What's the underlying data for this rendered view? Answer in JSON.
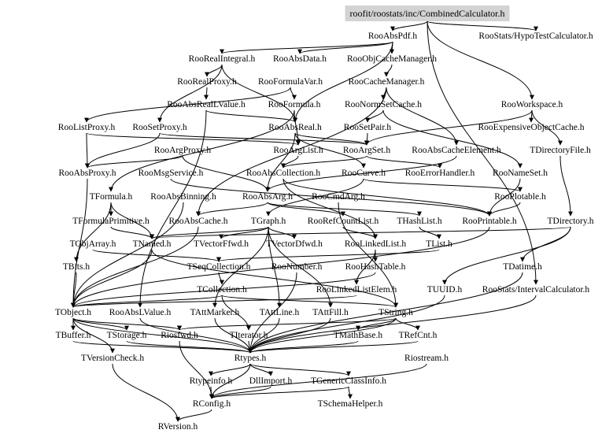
{
  "root": "roofit/roostats/inc/CombinedCalculator.h",
  "nodes": {
    "root": "roofit/roostats/inc/CombinedCalculator.h",
    "rooabspdf": "RooAbsPdf.h",
    "hypotest": "RooStats/HypoTestCalculator.h",
    "roorealintegral": "RooRealIntegral.h",
    "rooabsdata": "RooAbsData.h",
    "rooobjcache": "RooObjCacheManager.h",
    "roorealproxy": "RooRealProxy.h",
    "rooformulavar": "RooFormulaVar.h",
    "roocachemgr": "RooCacheManager.h",
    "rooabsreallvalue": "RooAbsRealLValue.h",
    "rooformula": "RooFormula.h",
    "roonormset": "RooNormSetCache.h",
    "rooworkspace": "RooWorkspace.h",
    "roolistproxy": "RooListProxy.h",
    "roosetproxy": "RooSetProxy.h",
    "rooabsreal": "RooAbsReal.h",
    "roosetpair": "RooSetPair.h",
    "rooexpensive": "RooExpensiveObjectCache.h",
    "rooargproxy": "RooArgProxy.h",
    "rooarglist": "RooArgList.h",
    "rooargset": "RooArgSet.h",
    "rooabscacheel": "RooAbsCacheElement.h",
    "tdirectoryfile": "TDirectoryFile.h",
    "rooabsproxy": "RooAbsProxy.h",
    "roomsgservice": "RooMsgService.h",
    "rooabscollection": "RooAbsCollection.h",
    "roocurve": "RooCurve.h",
    "rooerrorhandler": "RooErrorHandler.h",
    "roonameset": "RooNameSet.h",
    "tformula": "TFormula.h",
    "rooabsbinning": "RooAbsBinning.h",
    "rooabsarg": "RooAbsArg.h",
    "roocmdarg": "RooCmdArg.h",
    "rooplotable": "RooPlotable.h",
    "tformulaprimitive": "TFormulaPrimitive.h",
    "rooabscache": "RooAbsCache.h",
    "tgraph": "TGraph.h",
    "roorefcountlist": "RooRefCountList.h",
    "thashlist": "THashList.h",
    "rooprintable": "RooPrintable.h",
    "tdirectory": "TDirectory.h",
    "tobjarray": "TObjArray.h",
    "tnamed": "TNamed.h",
    "tvectorffwd": "TVectorFfwd.h",
    "tvectordfwd": "TVectorDfwd.h",
    "roolinkedlist": "RooLinkedList.h",
    "tlist": "TList.h",
    "tbits": "TBits.h",
    "tseqcollection": "TSeqCollection.h",
    "roonumber": "RooNumber.h",
    "roohashtable": "RooHashTable.h",
    "tdatime": "TDatime.h",
    "tcollection": "TCollection.h",
    "roolinkedlistelem": "RooLinkedListElem.h",
    "tuuid": "TUUID.h",
    "intervalcalc": "RooStats/IntervalCalculator.h",
    "tobject": "TObject.h",
    "rooabslvalue": "RooAbsLValue.h",
    "tattmarker": "TAttMarker.h",
    "tattline": "TAttLine.h",
    "tattfill": "TAttFill.h",
    "tstring": "TString.h",
    "tbuffer": "TBuffer.h",
    "tstorage": "TStorage.h",
    "riosfwd": "Riosfwd.h",
    "titerator": "TIterator.h",
    "tmathbase": "TMathBase.h",
    "trefcnt": "TRefCnt.h",
    "tversioncheck": "TVersionCheck.h",
    "rtypes": "Rtypes.h",
    "riostream": "Riostream.h",
    "rtypeinfo": "Rtypeinfo.h",
    "dllimport": "DllImport.h",
    "tgenericclassinfo": "TGenericClassInfo.h",
    "rconfig": "RConfig.h",
    "tschemahelper": "TSchemaHelper.h",
    "rversion": "RVersion.h"
  },
  "edges": [
    [
      "root",
      "rooabspdf"
    ],
    [
      "root",
      "hypotest"
    ],
    [
      "root",
      "intervalcalc"
    ],
    [
      "root",
      "rooworkspace"
    ],
    [
      "rooabspdf",
      "rooabsdata"
    ],
    [
      "rooabspdf",
      "roorealintegral"
    ],
    [
      "rooabspdf",
      "rooobjcache"
    ],
    [
      "rooabspdf",
      "rooabsreal"
    ],
    [
      "rooobjcache",
      "roocachemgr"
    ],
    [
      "roocachemgr",
      "roonormset"
    ],
    [
      "roocachemgr",
      "rooabscacheel"
    ],
    [
      "roocachemgr",
      "rooabscache"
    ],
    [
      "roorealintegral",
      "roorealproxy"
    ],
    [
      "roorealintegral",
      "roosetproxy"
    ],
    [
      "roorealintegral",
      "rooabsreal"
    ],
    [
      "roorealproxy",
      "rooabsreallvalue"
    ],
    [
      "rooformulavar",
      "rooformula"
    ],
    [
      "rooformulavar",
      "roolistproxy"
    ],
    [
      "rooabsreallvalue",
      "rooabsreal"
    ],
    [
      "rooabsreallvalue",
      "rooabslvalue"
    ],
    [
      "rooformula",
      "tformula"
    ],
    [
      "rooformula",
      "rooarglist"
    ],
    [
      "roonormset",
      "roosetpair"
    ],
    [
      "roosetpair",
      "rooargset"
    ],
    [
      "roonormset",
      "roonameset"
    ],
    [
      "rooworkspace",
      "rooexpensive"
    ],
    [
      "rooworkspace",
      "tdirectoryfile"
    ],
    [
      "rooworkspace",
      "rooargset"
    ],
    [
      "roolistproxy",
      "rooabsproxy"
    ],
    [
      "roolistproxy",
      "rooarglist"
    ],
    [
      "roosetproxy",
      "rooabsproxy"
    ],
    [
      "roosetproxy",
      "rooargset"
    ],
    [
      "rooabsreal",
      "rooabsarg"
    ],
    [
      "rooabsreal",
      "rooargset"
    ],
    [
      "rooabsreal",
      "roocurve"
    ],
    [
      "rooargproxy",
      "rooabsproxy"
    ],
    [
      "rooargproxy",
      "rooabsarg"
    ],
    [
      "rooarglist",
      "rooabscollection"
    ],
    [
      "rooargset",
      "rooabscollection"
    ],
    [
      "rooargset",
      "rooerrorhandler"
    ],
    [
      "rooabscacheel",
      "rooabsarg"
    ],
    [
      "tdirectoryfile",
      "tdirectory"
    ],
    [
      "rooabsproxy",
      "tobject"
    ],
    [
      "roomsgservice",
      "rooprintable"
    ],
    [
      "rooabscollection",
      "roolinkedlist"
    ],
    [
      "rooabscollection",
      "rooprintable"
    ],
    [
      "roocurve",
      "tgraph"
    ],
    [
      "roocurve",
      "rooplotable"
    ],
    [
      "roonameset",
      "rooprintable"
    ],
    [
      "tformula",
      "tformulaprimitive"
    ],
    [
      "tformula",
      "tnamed"
    ],
    [
      "tformula",
      "tbits"
    ],
    [
      "rooabsbinning",
      "tobject"
    ],
    [
      "rooabsarg",
      "rooabscache"
    ],
    [
      "rooabsarg",
      "roorefcountlist"
    ],
    [
      "rooabsarg",
      "thashlist"
    ],
    [
      "roocmdarg",
      "tstring"
    ],
    [
      "rooplotable",
      "rooprintable"
    ],
    [
      "tformulaprimitive",
      "tnamed"
    ],
    [
      "rooabscache",
      "tobject"
    ],
    [
      "tgraph",
      "tnamed"
    ],
    [
      "tgraph",
      "tattline"
    ],
    [
      "tgraph",
      "tattfill"
    ],
    [
      "tgraph",
      "tattmarker"
    ],
    [
      "tgraph",
      "tvectorffwd"
    ],
    [
      "tgraph",
      "tvectordfwd"
    ],
    [
      "roorefcountlist",
      "roolinkedlist"
    ],
    [
      "thashlist",
      "tlist"
    ],
    [
      "rooprintable",
      "tobject"
    ],
    [
      "tdirectory",
      "tnamed"
    ],
    [
      "tdirectory",
      "tdatime"
    ],
    [
      "tdirectory",
      "tuuid"
    ],
    [
      "tobjarray",
      "tseqcollection"
    ],
    [
      "tnamed",
      "tobject"
    ],
    [
      "tnamed",
      "tstring"
    ],
    [
      "roolinkedlist",
      "roohashtable"
    ],
    [
      "roolinkedlist",
      "roolinkedlistelem"
    ],
    [
      "tlist",
      "tseqcollection"
    ],
    [
      "tbits",
      "tobject"
    ],
    [
      "tseqcollection",
      "tcollection"
    ],
    [
      "roonumber",
      "rtypes"
    ],
    [
      "roohashtable",
      "tobject"
    ],
    [
      "tdatime",
      "rtypes"
    ],
    [
      "tcollection",
      "tobject"
    ],
    [
      "tcollection",
      "titerator"
    ],
    [
      "tcollection",
      "tstring"
    ],
    [
      "roolinkedlistelem",
      "tobject"
    ],
    [
      "tuuid",
      "rtypes"
    ],
    [
      "intervalcalc",
      "rtypes"
    ],
    [
      "tobject",
      "tbuffer"
    ],
    [
      "tobject",
      "tstorage"
    ],
    [
      "tobject",
      "riosfwd"
    ],
    [
      "tobject",
      "tversioncheck"
    ],
    [
      "tobject",
      "rtypes"
    ],
    [
      "rooabslvalue",
      "rtypes"
    ],
    [
      "tattmarker",
      "rtypes"
    ],
    [
      "tattline",
      "rtypes"
    ],
    [
      "tattfill",
      "rtypes"
    ],
    [
      "tstring",
      "tmathbase"
    ],
    [
      "tstring",
      "trefcnt"
    ],
    [
      "tstring",
      "riosfwd"
    ],
    [
      "tstring",
      "rtypes"
    ],
    [
      "tbuffer",
      "rtypes"
    ],
    [
      "tstorage",
      "rtypes"
    ],
    [
      "riosfwd",
      "rconfig"
    ],
    [
      "titerator",
      "rtypes"
    ],
    [
      "tmathbase",
      "rtypes"
    ],
    [
      "trefcnt",
      "rtypes"
    ],
    [
      "tversioncheck",
      "rversion"
    ],
    [
      "riostream",
      "rconfig"
    ],
    [
      "rtypes",
      "rtypeinfo"
    ],
    [
      "rtypes",
      "dllimport"
    ],
    [
      "rtypes",
      "tgenericclassinfo"
    ],
    [
      "rtypes",
      "rconfig"
    ],
    [
      "rtypeinfo",
      "rconfig"
    ],
    [
      "dllimport",
      "rconfig"
    ],
    [
      "tgenericclassinfo",
      "tschemahelper"
    ],
    [
      "tgenericclassinfo",
      "rconfig"
    ],
    [
      "rconfig",
      "rversion"
    ]
  ]
}
